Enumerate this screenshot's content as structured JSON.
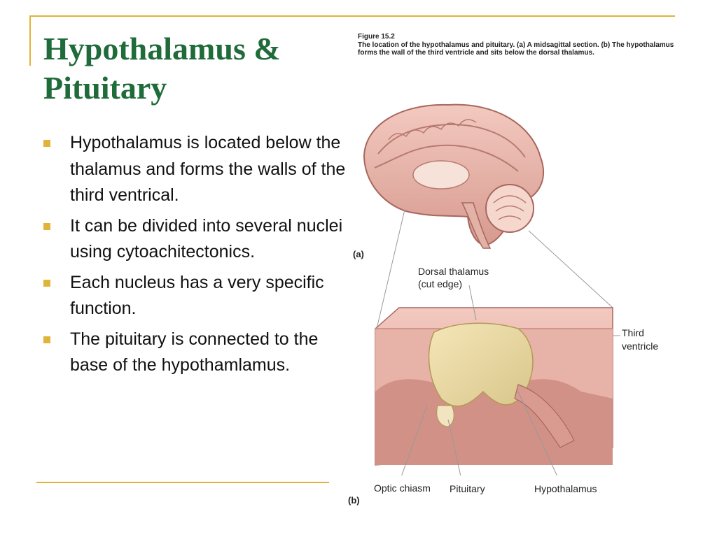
{
  "slide": {
    "title": "Hypothalamus & Pituitary",
    "bullets": [
      "Hypothalamus is located below the thalamus and forms the walls of the third ventrical.",
      "It can be divided into several nuclei using cytoachitectonics.",
      "Each nucleus has a very specific function.",
      "The pituitary is connected to the base of the hypothamlamus."
    ]
  },
  "figure": {
    "number": "Figure 15.2",
    "caption": "The location of the hypothalamus and pituitary. (a) A midsagittal section. (b) The hypothalamus forms the wall of the third ventricle and sits below the dorsal thalamus.",
    "panel_a": "(a)",
    "panel_b": "(b)",
    "labels": {
      "dorsal_thalamus": "Dorsal thalamus",
      "cut_edge": "(cut edge)",
      "third": "Third",
      "ventricle": "ventricle",
      "optic_chiasm": "Optic chiasm",
      "pituitary": "Pituitary",
      "hypothalamus": "Hypothalamus"
    }
  },
  "colors": {
    "title": "#1f6b3a",
    "accent": "#e0b43a"
  }
}
